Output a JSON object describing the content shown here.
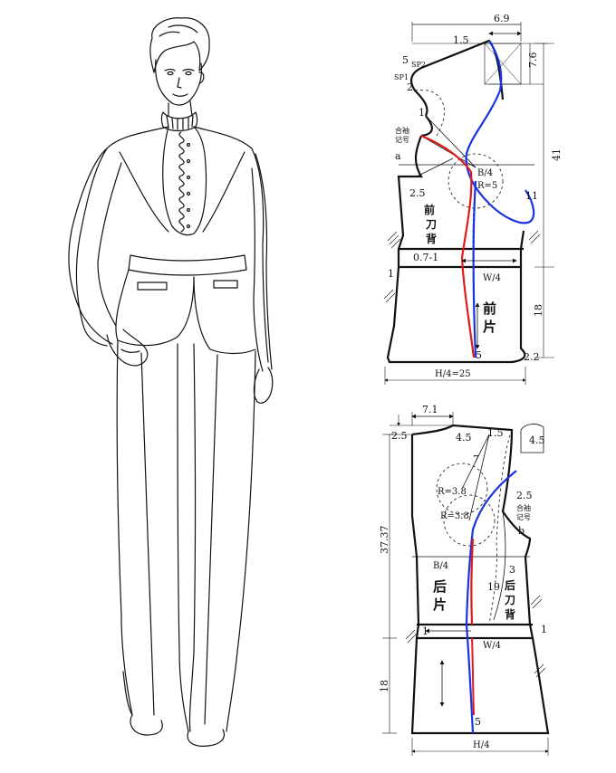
{
  "front": {
    "dims": {
      "top_width": "6.9",
      "shoulder_drop": "1.5",
      "neck_5": "5",
      "neck_height": "7.6",
      "length": "41",
      "armhole": "11",
      "waist_to_hem": "18",
      "hem_offset": "2.2",
      "curve_2": "2",
      "point_1": "1",
      "dart_2_5": "2.5",
      "dart_shift": "0.7-1",
      "hip_1": "1",
      "dart_tip_5": "5"
    },
    "labels": {
      "sp2": "SP2",
      "sp1": "SP1",
      "sleeve_mark": "合袖",
      "sleeve_mark2": "记号",
      "point_a": "a",
      "bust": "B/4",
      "radius": "R=5",
      "side_panel": "前",
      "side_panel2": "刀",
      "side_panel3": "背",
      "waist": "W/4",
      "piece": "前",
      "piece2": "片",
      "hip": "H/4=25"
    }
  },
  "back": {
    "dims": {
      "top_width": "7.1",
      "neck_rise": "2.5",
      "neck_4_5": "4.5",
      "shoulder_drop": "1.5",
      "shoulder_right": "4.5",
      "length": "37.37",
      "seam_7": "7",
      "armhole_2_5": "2.5",
      "point_3": "3",
      "seam_19": "19",
      "waist_left_1": "1",
      "waist_right_1": "1",
      "waist_to_hem": "18",
      "dart_tip_5": "5"
    },
    "labels": {
      "radius1": "R=3.8",
      "radius2": "R=3.8",
      "sleeve_mark": "合袖",
      "sleeve_mark2": "记号",
      "point_b": "b",
      "bust": "B/4",
      "piece": "后",
      "piece2": "片",
      "side_panel": "后",
      "side_panel2": "刀",
      "side_panel3": "背",
      "waist": "W/4",
      "hem": "H/4"
    }
  }
}
